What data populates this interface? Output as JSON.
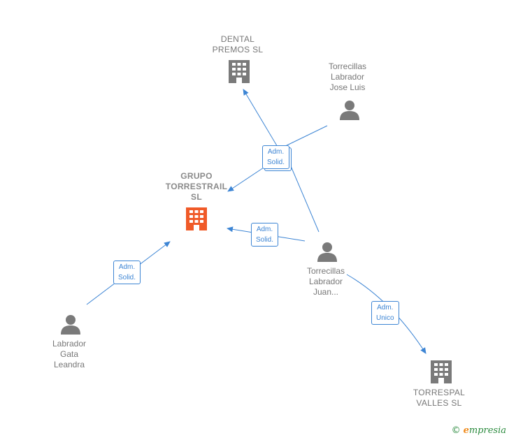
{
  "colors": {
    "company": "#7a7a7a",
    "main_company": "#f05a28",
    "person": "#7a7a7a",
    "edge": "#3d85d4"
  },
  "nodes": {
    "dental": {
      "label": "DENTAL\nPREMOS  SL",
      "icon": "building-icon"
    },
    "jose": {
      "label": "Torrecillas\nLabrador\nJose Luis",
      "icon": "person-icon"
    },
    "grupo": {
      "label": "GRUPO\nTORRESTRAIL\nSL",
      "icon": "building-icon"
    },
    "juan": {
      "label": "Torrecillas\nLabrador\nJuan...",
      "icon": "person-icon"
    },
    "leandra": {
      "label": "Labrador\nGata\nLeandra",
      "icon": "person-icon"
    },
    "torrespal": {
      "label": "TORRESPAL\nVALLES  SL",
      "icon": "building-icon"
    }
  },
  "edges": {
    "top": {
      "label": "Adm.\nSolid."
    },
    "mid": {
      "label": "Adm.\nSolid."
    },
    "left": {
      "label": "Adm.\nSolid."
    },
    "unico": {
      "label": "Adm.\nUnico"
    }
  },
  "watermark": {
    "copyright": "©",
    "brand_e": "e",
    "brand_rest": "mpresia"
  }
}
